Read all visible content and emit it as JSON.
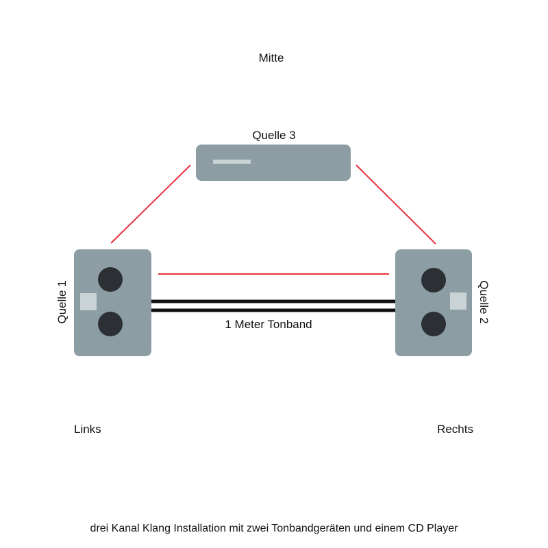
{
  "labels": {
    "center": "Mitte",
    "left": "Links",
    "right": "Rechts",
    "tape_length": "1 Meter Tonband",
    "caption": "drei Kanal Klang Installation mit zwei Tonbandgeräten und einem CD Player"
  },
  "devices": {
    "source1": {
      "label": "Quelle 1",
      "kind": "tape-recorder"
    },
    "source2": {
      "label": "Quelle 2",
      "kind": "tape-recorder"
    },
    "source3": {
      "label": "Quelle 3",
      "kind": "cd-player"
    }
  },
  "colors": {
    "device_body": "#8c9ea3",
    "device_panel": "#c9d2d4",
    "reel": "#2c2f33",
    "signal_line": "#e8323a",
    "tape": "#111111",
    "text": "#111111"
  }
}
